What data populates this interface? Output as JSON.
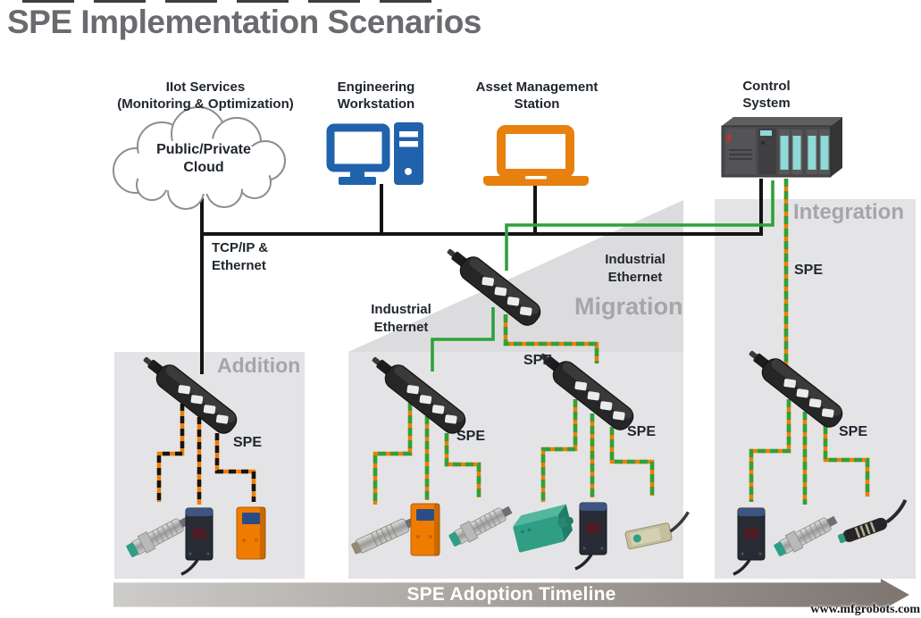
{
  "title": "SPE Implementation Scenarios",
  "colors": {
    "title_gray": "#6a6b6e",
    "panel_gray": "#e4e4e6",
    "panel_triangle_gray": "#dcdcde",
    "scenario_label_gray": "#a4a6a9",
    "line_black": "#141414",
    "ethernet_green": "#2ea13b",
    "spe_orange": "#ef7d00",
    "workstation_blue": "#2062ac",
    "laptop_orange": "#e8800f",
    "text_dark": "#20262e",
    "timeline_light": "#cdccca",
    "timeline_dark": "#7d756e",
    "timeline_text": "#ffffff"
  },
  "top_nodes": {
    "cloud": {
      "label_lines": [
        "IIot Services",
        "(Monitoring & Optimization)"
      ],
      "body_lines": [
        "Public/Private",
        "Cloud"
      ]
    },
    "workstation": {
      "label_lines": [
        "Engineering",
        "Workstation"
      ]
    },
    "asset_station": {
      "label_lines": [
        "Asset Management",
        "Station"
      ]
    },
    "control_system": {
      "label_lines": [
        "Control",
        "System"
      ]
    }
  },
  "connection_labels": {
    "tcpip_lines": [
      "TCP/IP &",
      "Ethernet"
    ],
    "industrial_ethernet_lines": [
      "Industrial",
      "Ethernet"
    ],
    "spe": "SPE"
  },
  "scenarios": {
    "addition": {
      "label": "Addition"
    },
    "migration": {
      "label": "Migration"
    },
    "integration": {
      "label": "Integration"
    }
  },
  "timeline": {
    "label": "SPE Adoption Timeline"
  },
  "watermark": "www.mfgrobots.com"
}
